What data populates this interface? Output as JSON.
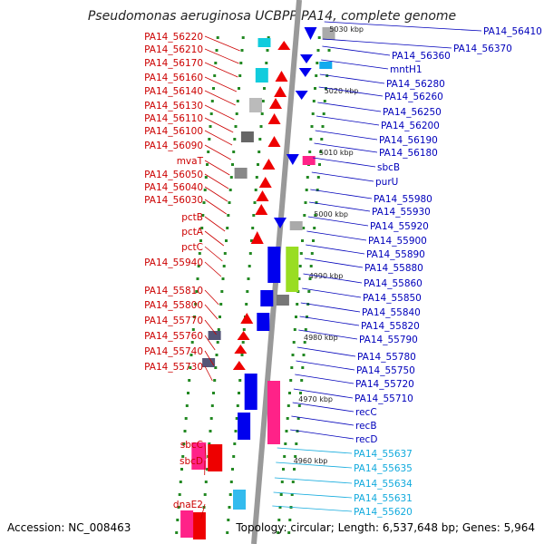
{
  "title": "Pseudomonas aeruginosa UCBPP-PA14, complete genome",
  "footer": {
    "accession": "Accession: NC_008463",
    "summary": "Topology: circular; Length: 6,537,648 bp; Genes: 5,964"
  },
  "colors": {
    "left_label": "#cc0000",
    "right_label": "#0000bb",
    "cyan_label": "#11aadd",
    "backbone": "#999999",
    "forward_feature": "#ee0000",
    "reverse_feature": "#0000ee",
    "rna_feature": "#ff2288",
    "tick_green": "#228822"
  },
  "scale_ticks": [
    "5030 kbp",
    "5020 kbp",
    "5010 kbp",
    "5000 kbp",
    "4990 kbp",
    "4980 kbp",
    "4970 kbp",
    "4960 kbp"
  ],
  "left_labels": [
    "PA14_56220",
    "PA14_56210",
    "PA14_56170",
    "PA14_56160",
    "PA14_56140",
    "PA14_56130",
    "PA14_56110",
    "PA14_56100",
    "PA14_56090",
    "mvaT",
    "PA14_56050",
    "PA14_56040",
    "PA14_56030",
    "pctB",
    "pctA",
    "pctC",
    "PA14_55940",
    "PA14_55810",
    "PA14_55800",
    "PA14_55770",
    "PA14_55760",
    "PA14_55740",
    "PA14_55730",
    "sbcC",
    "sbcD",
    "dnaE2"
  ],
  "right_labels": [
    "PA14_56410",
    "PA14_56370",
    "PA14_56360",
    "mntH1",
    "PA14_56280",
    "PA14_56260",
    "PA14_56250",
    "PA14_56200",
    "PA14_56190",
    "PA14_56180",
    "sbcB",
    "purU",
    "PA14_55980",
    "PA14_55930",
    "PA14_55920",
    "PA14_55900",
    "PA14_55890",
    "PA14_55880",
    "PA14_55860",
    "PA14_55850",
    "PA14_55840",
    "PA14_55820",
    "PA14_55790",
    "PA14_55780",
    "PA14_55750",
    "PA14_55720",
    "PA14_55710",
    "recC",
    "recB",
    "recD"
  ],
  "cyan_labels": [
    "PA14_55637",
    "PA14_55635",
    "PA14_55634",
    "PA14_55631",
    "PA14_55620"
  ]
}
